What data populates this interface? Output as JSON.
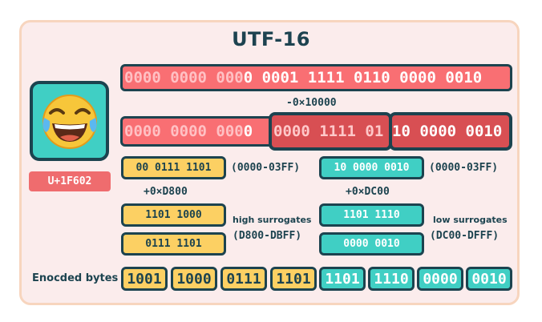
{
  "title": "UTF-16",
  "code_point_label": "U+1F602",
  "emoji_icon": "face-with-tears-of-joy",
  "code_point_bits": {
    "faded": "0000 0000 000",
    "bright": "0 0001 1111 0110 0000 0010"
  },
  "subtract_label": "-0×10000",
  "shifted_bits": {
    "faded": "0000 0000 000",
    "bright": "0",
    "high_part": "0000 1111 01",
    "low_part": "10 0000 0010"
  },
  "high_ten_bits": "00 0111 1101",
  "low_ten_bits": "10 0000 0010",
  "high_range": "(0000-03FF)",
  "low_range": "(0000-03FF)",
  "add_high_label": "+0×D800",
  "add_low_label": "+0×DC00",
  "high_surrogate_bytes": [
    "1101 1000",
    "0111 1101"
  ],
  "low_surrogate_bytes": [
    "1101 1110",
    "0000 0010"
  ],
  "high_surrogates_label": "high surrogates",
  "high_surrogates_range": "(D800-DBFF)",
  "low_surrogates_label": "low surrogates",
  "low_surrogates_range": "(DC00-DFFF)",
  "encoded_label": "Enocded bytes",
  "encoded_high_nibbles": [
    "1001",
    "1000",
    "0111",
    "1101"
  ],
  "encoded_low_nibbles": [
    "1101",
    "1110",
    "0000",
    "0010"
  ],
  "colors": {
    "red": "#f96f73",
    "red_dark": "#d84f53",
    "yellow": "#fcd063",
    "teal": "#40cfc4",
    "outline": "#1c434f",
    "card_bg": "#fbecec",
    "card_border": "#f7d5be"
  }
}
